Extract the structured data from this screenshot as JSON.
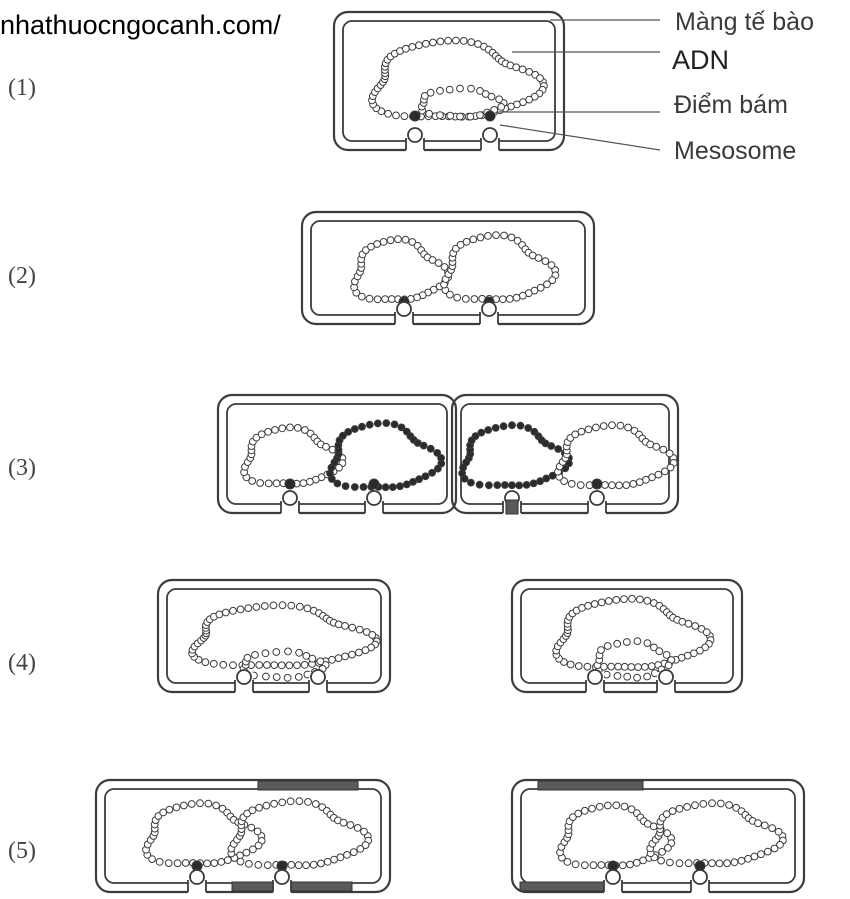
{
  "watermark": "nhathuocngocanh.com/",
  "labels": {
    "membrane": "Màng tế bào",
    "dna": "ADN",
    "attachment": "Điểm bám",
    "mesosome": "Mesosome"
  },
  "steps": [
    "(1)",
    "(2)",
    "(3)",
    "(4)",
    "(5)"
  ],
  "colors": {
    "line": "#3c3c3c",
    "dark_bead": "#2b2b2b",
    "bead_fill": "#ffffff"
  }
}
